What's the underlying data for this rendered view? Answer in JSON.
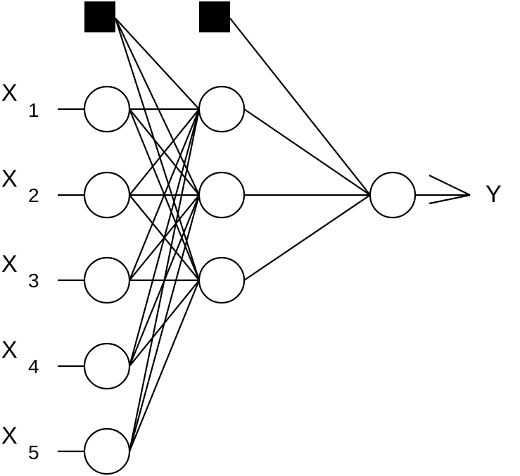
{
  "inputs": [
    {
      "letter": "X",
      "sub": "1"
    },
    {
      "letter": "X",
      "sub": "2"
    },
    {
      "letter": "X",
      "sub": "3"
    },
    {
      "letter": "X",
      "sub": "4"
    },
    {
      "letter": "X",
      "sub": "5"
    }
  ],
  "output_label": "Y",
  "network": {
    "input_count": 5,
    "hidden_count": 3,
    "output_count": 1,
    "bias_units": 2
  }
}
